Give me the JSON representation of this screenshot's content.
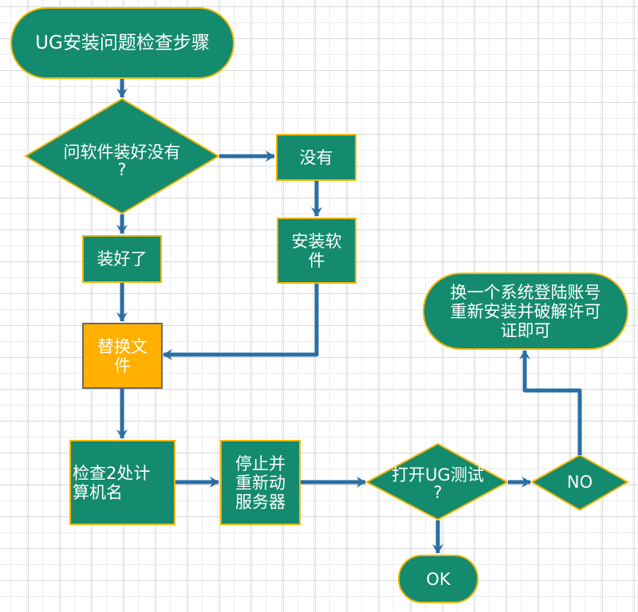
{
  "diagram": {
    "title": "UG安装问题检查步骤",
    "colors": {
      "node_fill": "#148a6e",
      "node_border": "#f2b705",
      "highlight_fill": "#ffb000",
      "highlight_border": "#6a6a6a",
      "connector": "#2a6ea6",
      "text": "#ffffff"
    },
    "nodes": {
      "start": "UG安装问题检查步骤",
      "decision_installed": "问软件装好没有\n?",
      "not_installed": "没有",
      "install_software": "安装软\n件",
      "installed": "装好了",
      "replace_files": "替换文\n件",
      "check_computer_name": "检查2处计\n算机名",
      "restart_server": "停止并\n重新动\n服务器",
      "decision_test_ug": "打开UG测试\n?",
      "result_no": "NO",
      "result_ok": "OK",
      "reinstall_note": "换一个系统登陆账号\n重新安装并破解许可\n证即可"
    },
    "edges": [
      {
        "from": "start",
        "to": "decision_installed"
      },
      {
        "from": "decision_installed",
        "to": "not_installed"
      },
      {
        "from": "decision_installed",
        "to": "installed"
      },
      {
        "from": "not_installed",
        "to": "install_software"
      },
      {
        "from": "install_software",
        "to": "replace_files"
      },
      {
        "from": "installed",
        "to": "replace_files"
      },
      {
        "from": "replace_files",
        "to": "check_computer_name"
      },
      {
        "from": "check_computer_name",
        "to": "restart_server"
      },
      {
        "from": "restart_server",
        "to": "decision_test_ug"
      },
      {
        "from": "decision_test_ug",
        "to": "result_no"
      },
      {
        "from": "decision_test_ug",
        "to": "result_ok"
      },
      {
        "from": "result_no",
        "to": "reinstall_note"
      }
    ]
  }
}
